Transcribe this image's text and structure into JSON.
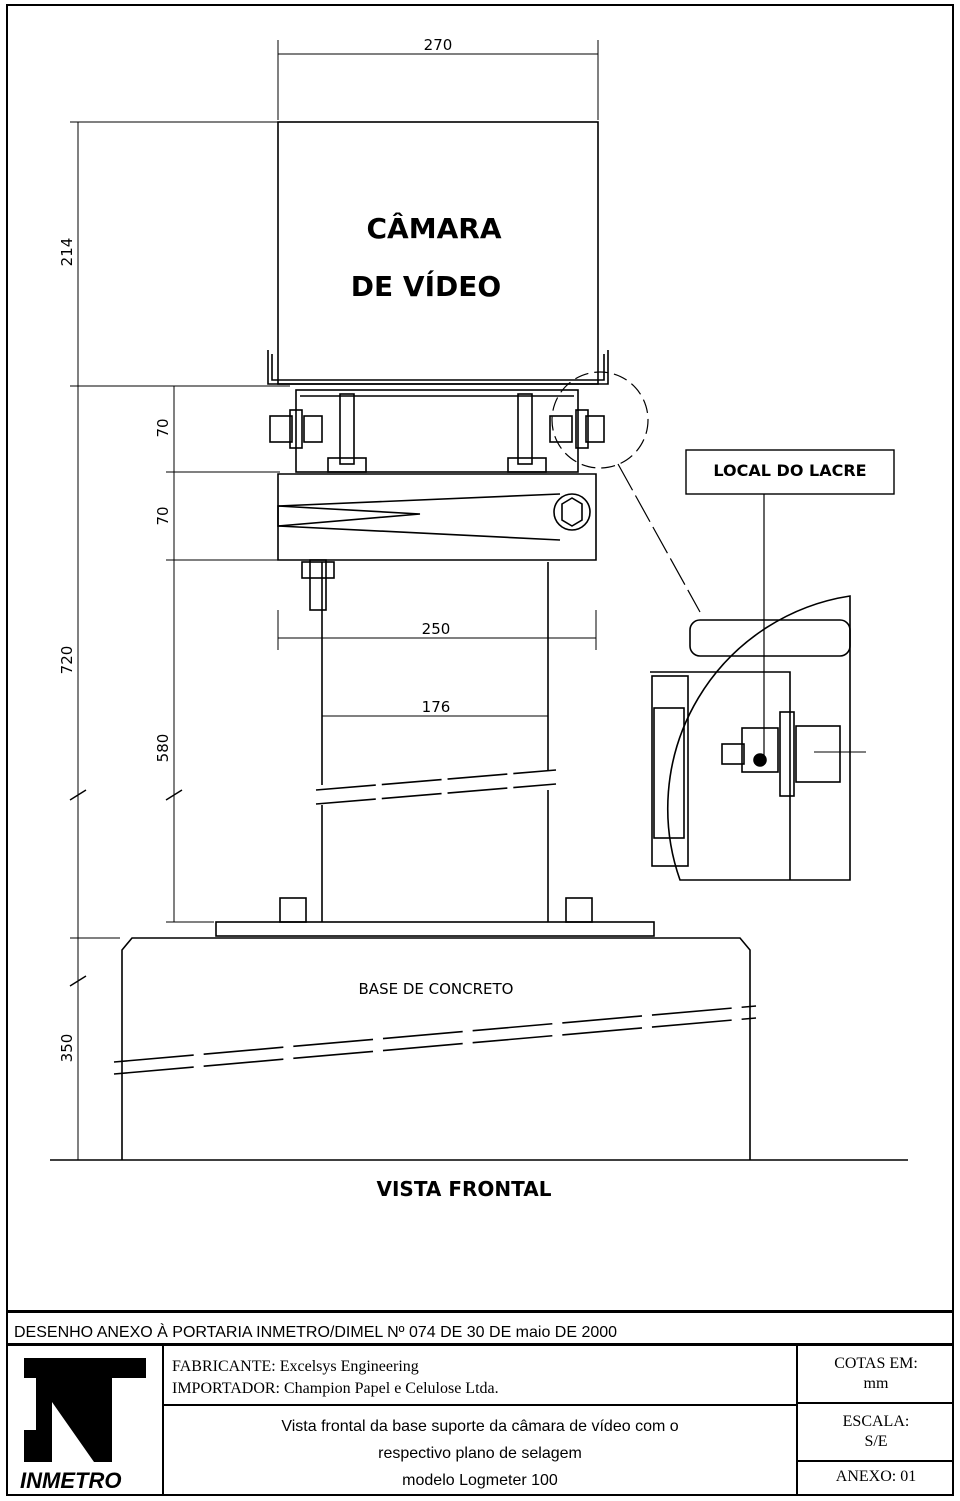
{
  "drawing": {
    "camera_label_line1": "CÂMARA",
    "camera_label_line2": "DE VÍDEO",
    "seal_location_label": "LOCAL DO LACRE",
    "base_label": "BASE DE CONCRETO",
    "view_title": "VISTA FRONTAL",
    "dimensions": {
      "camera_width": "270",
      "camera_height": "214",
      "bracket_upper": "70",
      "bracket_lower": "70",
      "total_height": "720",
      "post_height": "580",
      "base_height": "350",
      "plate_width": "250",
      "post_width": "176"
    }
  },
  "header": {
    "title": "DESENHO ANEXO À PORTARIA INMETRO/DIMEL Nº 074 DE  30 DE  maio DE 2000"
  },
  "logo": {
    "text": "INMETRO",
    "icon": "inmetro-logo-icon"
  },
  "info": {
    "manufacturer": "FABRICANTE: Excelsys Engineering",
    "importer": "IMPORTADOR: Champion Papel e Celulose Ltda.",
    "description_line1": "Vista frontal da base suporte da câmara de vídeo com o",
    "description_line2": "respectivo plano de selagem",
    "description_line3": "modelo Logmeter 100"
  },
  "right": {
    "units_label": "COTAS EM:",
    "units_value": "mm",
    "scale_label": "ESCALA:",
    "scale_value": "S/E",
    "annex": "ANEXO: 01"
  }
}
